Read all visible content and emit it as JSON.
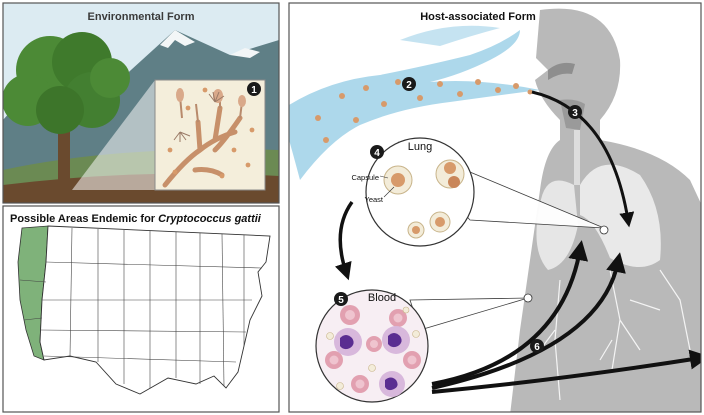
{
  "left_top": {
    "title": "Environmental Form",
    "step": "1"
  },
  "left_bottom": {
    "title_prefix": "Possible Areas Endemic for ",
    "title_species": "Cryptococcus gattii"
  },
  "right": {
    "title": "Host-associated Form",
    "steps": {
      "s2": "2",
      "s3": "3",
      "s4": "4",
      "s5": "5",
      "s6": "6"
    },
    "lung": {
      "title": "Lung",
      "capsule_label": "Capsule",
      "yeast_label": "Yeast"
    },
    "blood": {
      "title": "Blood"
    }
  },
  "colors": {
    "sky": "#d9ecf4",
    "mountain": "#5f7f86",
    "tree": "#4c8a36",
    "ground": "#6a4a2e",
    "body": "#b9b9b9",
    "lung": "#e9e9e9",
    "airstream": "#a9d6ea",
    "spore": "#d79a6a",
    "endemic": "#7fb27a",
    "neutrophil": "#5a2d91",
    "rbc": "#e2a0b0"
  }
}
